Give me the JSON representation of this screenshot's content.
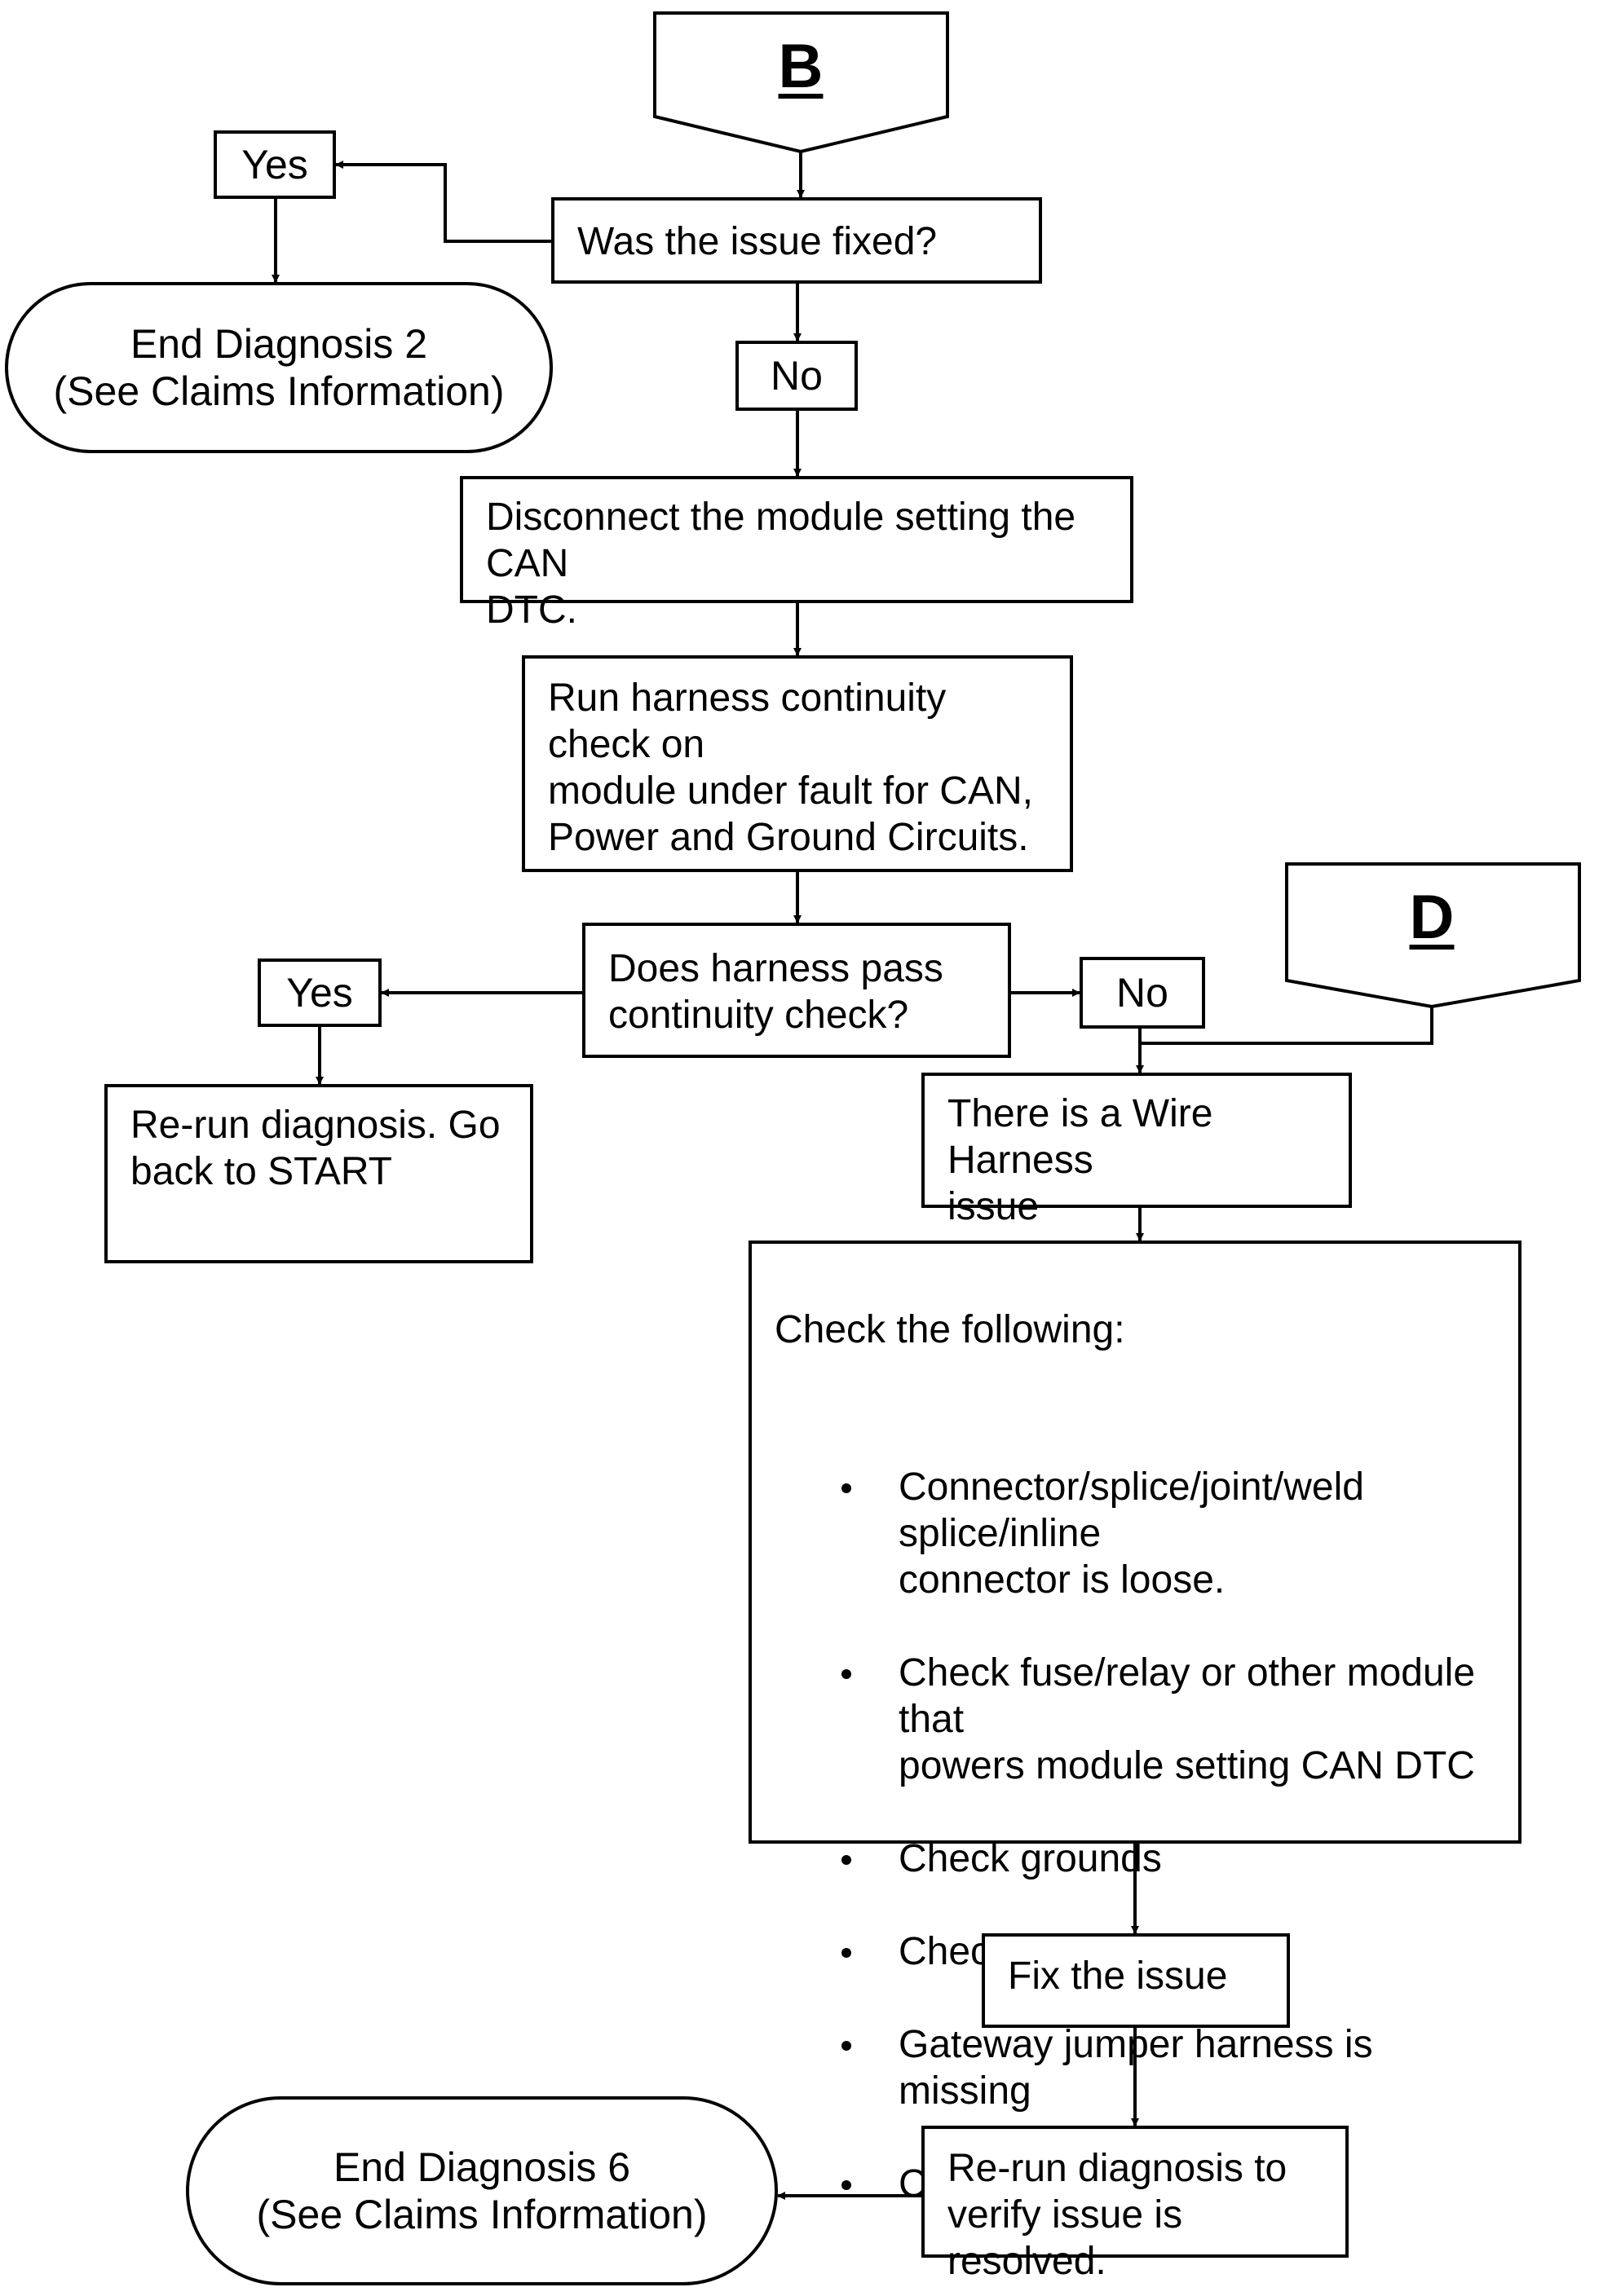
{
  "connectors": {
    "b": "B",
    "d": "D"
  },
  "decisions": {
    "issue_fixed": "Was the issue fixed?",
    "harness_pass": "Does harness pass\ncontinuity check?"
  },
  "answers": {
    "yes_1": "Yes",
    "no_1": "No",
    "yes_2": "Yes",
    "no_2": "No"
  },
  "terminals": {
    "end_2": {
      "title": "End Diagnosis 2",
      "sub": "(See Claims Information)"
    },
    "end_6": {
      "title": "End Diagnosis 6",
      "sub": "(See Claims Information)"
    }
  },
  "steps": {
    "disconnect": "Disconnect the module setting the CAN\nDTC.",
    "continuity": "Run harness continuity check on\nmodule under fault for CAN,\nPower and Ground Circuits.",
    "rerun_start": "Re-run diagnosis. Go\nback to START",
    "wire_issue": "There is a Wire Harness\nissue",
    "fix": "Fix the issue",
    "rerun_verify": "Re-run diagnosis to\nverify issue is resolved."
  },
  "check_list": {
    "heading": "Check the following:",
    "items": [
      "Connector/splice/joint/weld splice/inline\nconnector is loose.",
      "Check fuse/relay or other module that\npowers module setting CAN DTC",
      "Check grounds",
      "Check power feeds",
      "Gateway jumper harness is missing",
      "Check vehicle battery"
    ]
  }
}
